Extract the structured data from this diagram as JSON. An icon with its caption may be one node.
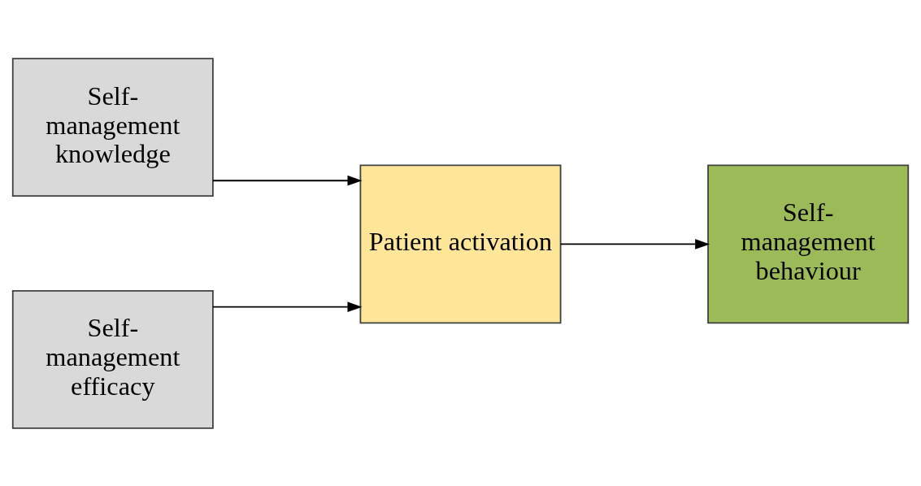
{
  "diagram": {
    "nodes": [
      {
        "text": [
          "Self-management knowledge"
        ]
      },
      {
        "text": [
          "Self-management efficacy"
        ]
      },
      {
        "text": [
          "Patient activation"
        ]
      },
      {
        "text": [
          "Self-management behaviour"
        ]
      }
    ],
    "edges": [
      {
        "from": 0,
        "to": 2,
        "arrow": "to"
      },
      {
        "from": 1,
        "to": 2,
        "arrow": "to"
      },
      {
        "from": 2,
        "to": 3,
        "arrow": "to"
      }
    ]
  }
}
